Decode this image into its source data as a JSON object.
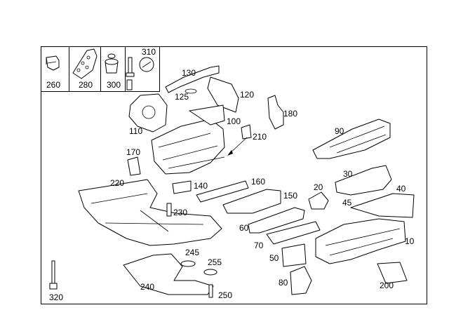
{
  "diagram": {
    "legend_parts": [
      {
        "id": "part-260",
        "number": "260"
      },
      {
        "id": "part-280",
        "number": "280"
      },
      {
        "id": "part-300",
        "number": "300"
      },
      {
        "id": "part-310",
        "number": "310"
      }
    ],
    "callouts": [
      {
        "key": "c130",
        "number": "130"
      },
      {
        "key": "c125",
        "number": "125"
      },
      {
        "key": "c120",
        "number": "120"
      },
      {
        "key": "c180",
        "number": "180"
      },
      {
        "key": "c110",
        "number": "110"
      },
      {
        "key": "c100",
        "number": "100"
      },
      {
        "key": "c210",
        "number": "210"
      },
      {
        "key": "c90",
        "number": "90"
      },
      {
        "key": "c170",
        "number": "170"
      },
      {
        "key": "c30",
        "number": "30"
      },
      {
        "key": "c220",
        "number": "220"
      },
      {
        "key": "c140",
        "number": "140"
      },
      {
        "key": "c160",
        "number": "160"
      },
      {
        "key": "c20",
        "number": "20"
      },
      {
        "key": "c40",
        "number": "40"
      },
      {
        "key": "c150",
        "number": "150"
      },
      {
        "key": "c45",
        "number": "45"
      },
      {
        "key": "c230",
        "number": "230"
      },
      {
        "key": "c60",
        "number": "60"
      },
      {
        "key": "c70",
        "number": "70"
      },
      {
        "key": "c10",
        "number": "10"
      },
      {
        "key": "c245",
        "number": "245"
      },
      {
        "key": "c50",
        "number": "50"
      },
      {
        "key": "c255",
        "number": "255"
      },
      {
        "key": "c80",
        "number": "80"
      },
      {
        "key": "c200",
        "number": "200"
      },
      {
        "key": "c240",
        "number": "240"
      },
      {
        "key": "c250",
        "number": "250"
      },
      {
        "key": "c320",
        "number": "320"
      }
    ]
  }
}
